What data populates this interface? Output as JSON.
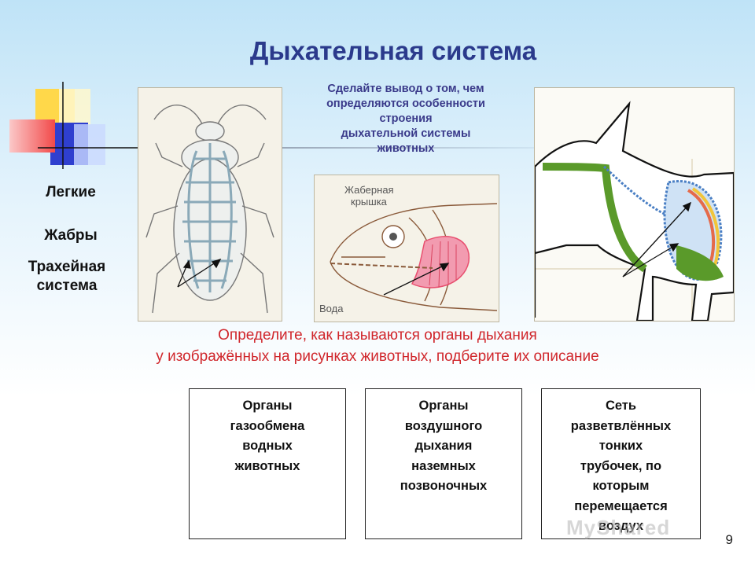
{
  "title": "Дыхательная система",
  "question_lines": [
    "Сделайте вывод о том, чем",
    "определяются особенности",
    "строения",
    "дыхательной системы",
    "животных"
  ],
  "left_labels": {
    "lungs": "Легкие",
    "gills": "Жабры",
    "trachea_line1": "Трахейная",
    "trachea_line2": "система"
  },
  "figures": {
    "cockroach": "cockroach-trachea-illustration",
    "fish": {
      "gill_cover_line1": "Жаберная",
      "gill_cover_line2": "крышка",
      "water": "Вода"
    },
    "dog": "dog-lungs-illustration"
  },
  "instruction_lines": [
    "Определите, как называются органы дыхания",
    "у изображённых на рисунках животных, подберите их описание"
  ],
  "cards": [
    {
      "lines": [
        "Органы",
        "газообмена",
        "водных",
        "животных"
      ]
    },
    {
      "lines": [
        "Органы",
        "воздушного",
        "дыхания",
        "наземных",
        "позвоночных"
      ]
    },
    {
      "lines": [
        "Сеть",
        "разветвлённых",
        "тонких",
        "трубочек, по",
        "которым",
        "перемещается",
        "воздух"
      ]
    }
  ],
  "page_number": "9",
  "watermark": "MyShared",
  "colors": {
    "title": "#2b3a8c",
    "instruction": "#d0262b",
    "gills": "#e84f6f",
    "lung": "#4a7fc4",
    "trachea_green": "#5a9a2a"
  }
}
